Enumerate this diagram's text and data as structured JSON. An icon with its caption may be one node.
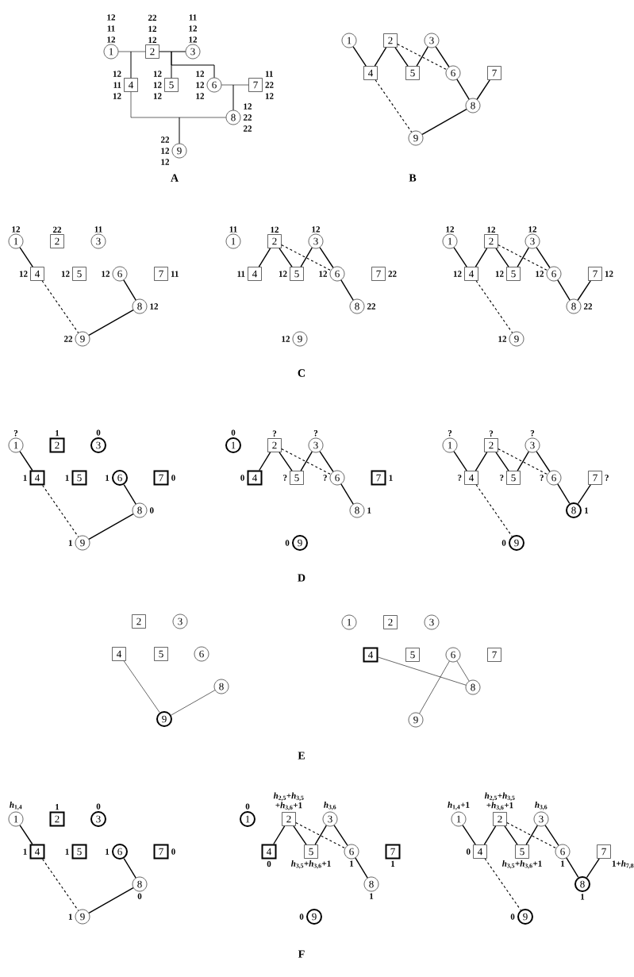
{
  "diagram": {
    "nodes": [
      {
        "text": [
          "1"
        ],
        "beside": [
          "12",
          "11",
          "12"
        ]
      },
      {
        "text": [
          "2"
        ],
        "beside": [
          "22",
          "12",
          "12"
        ]
      },
      {
        "text": [
          "3"
        ],
        "beside": [
          "11",
          "12",
          "12"
        ]
      },
      {
        "text": [
          "4"
        ],
        "beside": [
          "12",
          "11",
          "12"
        ]
      },
      {
        "text": [
          "5"
        ],
        "beside": [
          "12",
          "12",
          "12"
        ]
      },
      {
        "text": [
          "6"
        ],
        "beside": [
          "12",
          "12",
          "12"
        ]
      },
      {
        "text": [
          "7"
        ],
        "beside": [
          "11",
          "22",
          "12"
        ]
      },
      {
        "text": [
          "8"
        ],
        "beside": [
          "12",
          "22",
          "22"
        ]
      },
      {
        "text": [
          "9"
        ],
        "beside": [
          "22",
          "12",
          "12"
        ]
      },
      {
        "text": [
          "1"
        ]
      },
      {
        "text": [
          "2"
        ]
      },
      {
        "text": [
          "3"
        ]
      },
      {
        "text": [
          "4"
        ]
      },
      {
        "text": [
          "5"
        ]
      },
      {
        "text": [
          "6"
        ]
      },
      {
        "text": [
          "7"
        ]
      },
      {
        "text": [
          "8"
        ]
      },
      {
        "text": [
          "9"
        ]
      },
      {
        "text": [
          "1"
        ],
        "beside": [
          "12"
        ]
      },
      {
        "text": [
          "2"
        ],
        "beside": [
          "22"
        ]
      },
      {
        "text": [
          "3"
        ],
        "beside": [
          "11"
        ]
      },
      {
        "text": [
          "4"
        ],
        "beside": [
          "12"
        ]
      },
      {
        "text": [
          "5"
        ],
        "beside": [
          "12"
        ]
      },
      {
        "text": [
          "6"
        ],
        "beside": [
          "12"
        ]
      },
      {
        "text": [
          "7"
        ],
        "beside": [
          "11"
        ]
      },
      {
        "text": [
          "8"
        ],
        "beside": [
          "12"
        ]
      },
      {
        "text": [
          "9"
        ],
        "beside": [
          "22"
        ]
      },
      {
        "text": [
          "1"
        ],
        "beside": [
          "11"
        ]
      },
      {
        "text": [
          "2"
        ],
        "beside": [
          "12"
        ]
      },
      {
        "text": [
          "3"
        ],
        "beside": [
          "12"
        ]
      },
      {
        "text": [
          "4"
        ],
        "beside": [
          "11"
        ]
      },
      {
        "text": [
          "5"
        ],
        "beside": [
          "12"
        ]
      },
      {
        "text": [
          "6"
        ],
        "beside": [
          "12"
        ]
      },
      {
        "text": [
          "7"
        ],
        "beside": [
          "22"
        ]
      },
      {
        "text": [
          "8"
        ],
        "beside": [
          "22"
        ]
      },
      {
        "text": [
          "9"
        ],
        "beside": [
          "12"
        ]
      },
      {
        "text": [
          "1"
        ],
        "beside": [
          "12"
        ]
      },
      {
        "text": [
          "2"
        ],
        "beside": [
          "12"
        ]
      },
      {
        "text": [
          "3"
        ],
        "beside": [
          "12"
        ]
      },
      {
        "text": [
          "4"
        ],
        "beside": [
          "12"
        ]
      },
      {
        "text": [
          "5"
        ],
        "beside": [
          "12"
        ]
      },
      {
        "text": [
          "6"
        ],
        "beside": [
          "12"
        ]
      },
      {
        "text": [
          "7"
        ],
        "beside": [
          "12"
        ]
      },
      {
        "text": [
          "8"
        ],
        "beside": [
          "22"
        ]
      },
      {
        "text": [
          "9"
        ],
        "beside": [
          "12"
        ]
      },
      {
        "text": [
          "1"
        ],
        "beside": [
          "?"
        ]
      },
      {
        "text": [
          "2"
        ],
        "beside": [
          "1"
        ]
      },
      {
        "text": [
          "3"
        ],
        "beside": [
          "0"
        ]
      },
      {
        "text": [
          "4"
        ],
        "beside": [
          "1"
        ]
      },
      {
        "text": [
          "5"
        ],
        "beside": [
          "1"
        ]
      },
      {
        "text": [
          "6"
        ],
        "beside": [
          "1"
        ]
      },
      {
        "text": [
          "7"
        ],
        "beside": [
          "0"
        ]
      },
      {
        "text": [
          "8"
        ],
        "beside": [
          "0"
        ]
      },
      {
        "text": [
          "9"
        ],
        "beside": [
          "1"
        ]
      },
      {
        "text": [
          "1"
        ],
        "beside": [
          "0"
        ]
      },
      {
        "text": [
          "2"
        ],
        "beside": [
          "?"
        ]
      },
      {
        "text": [
          "3"
        ],
        "beside": [
          "?"
        ]
      },
      {
        "text": [
          "4"
        ],
        "beside": [
          "0"
        ]
      },
      {
        "text": [
          "5"
        ],
        "beside": [
          "?"
        ]
      },
      {
        "text": [
          "6"
        ],
        "beside": [
          "?"
        ]
      },
      {
        "text": [
          "7"
        ],
        "beside": [
          "1"
        ]
      },
      {
        "text": [
          "8"
        ],
        "beside": [
          "1"
        ]
      },
      {
        "text": [
          "9"
        ],
        "beside": [
          "0"
        ]
      },
      {
        "text": [
          "1"
        ],
        "beside": [
          "?"
        ]
      },
      {
        "text": [
          "2"
        ],
        "beside": [
          "?"
        ]
      },
      {
        "text": [
          "3"
        ],
        "beside": [
          "?"
        ]
      },
      {
        "text": [
          "4"
        ],
        "beside": [
          "?"
        ]
      },
      {
        "text": [
          "5"
        ],
        "beside": [
          "?"
        ]
      },
      {
        "text": [
          "6"
        ],
        "beside": [
          "?"
        ]
      },
      {
        "text": [
          "7"
        ],
        "beside": [
          "?"
        ]
      },
      {
        "text": [
          "8"
        ],
        "beside": [
          "1"
        ]
      },
      {
        "text": [
          "9"
        ],
        "beside": [
          "0"
        ]
      },
      {
        "text": [
          "2"
        ]
      },
      {
        "text": [
          "3"
        ]
      },
      {
        "text": [
          "4"
        ]
      },
      {
        "text": [
          "5"
        ]
      },
      {
        "text": [
          "6"
        ]
      },
      {
        "text": [
          "8"
        ]
      },
      {
        "text": [
          "9"
        ]
      },
      {
        "text": [
          "1"
        ]
      },
      {
        "text": [
          "2"
        ]
      },
      {
        "text": [
          "3"
        ]
      },
      {
        "text": [
          "4"
        ]
      },
      {
        "text": [
          "5"
        ]
      },
      {
        "text": [
          "6"
        ]
      },
      {
        "text": [
          "7"
        ]
      },
      {
        "text": [
          "8"
        ]
      },
      {
        "text": [
          "9"
        ]
      },
      {
        "text": [
          "1"
        ],
        "beside": [
          "*h*$_{1,4}$"
        ]
      },
      {
        "text": [
          "2"
        ],
        "beside": [
          "1"
        ]
      },
      {
        "text": [
          "3"
        ],
        "beside": [
          "0"
        ]
      },
      {
        "text": [
          "4"
        ],
        "beside": [
          "1"
        ]
      },
      {
        "text": [
          "5"
        ],
        "beside": [
          "1"
        ]
      },
      {
        "text": [
          "6"
        ],
        "beside": [
          "1"
        ]
      },
      {
        "text": [
          "7"
        ],
        "beside": [
          "0"
        ]
      },
      {
        "text": [
          "8"
        ],
        "beside": [
          "0"
        ]
      },
      {
        "text": [
          "9"
        ],
        "beside": [
          "1"
        ]
      },
      {
        "text": [
          "1"
        ],
        "beside": [
          "0"
        ]
      },
      {
        "text": [
          "2"
        ],
        "beside": [
          "*h*$_{2,5}$+*h*$_{3,5}$ +*h*$_{3,6}$+1"
        ]
      },
      {
        "text": [
          "3"
        ],
        "beside": [
          "*h*$_{3,6}$"
        ]
      },
      {
        "text": [
          "4"
        ],
        "beside": [
          "0"
        ]
      },
      {
        "text": [
          "5"
        ],
        "beside": [
          "*h*$_{3,5}$+*h*$_{3,6}$+1"
        ]
      },
      {
        "text": [
          "6"
        ],
        "beside": [
          "1"
        ]
      },
      {
        "text": [
          "7"
        ],
        "beside": [
          "1"
        ]
      },
      {
        "text": [
          "8"
        ],
        "beside": [
          "1"
        ]
      },
      {
        "text": [
          "9"
        ],
        "beside": [
          "0"
        ]
      },
      {
        "text": [
          "1"
        ],
        "beside": [
          "*h*$_{1,4}$+1"
        ]
      },
      {
        "text": [
          "2"
        ],
        "beside": [
          "*h*$_{2,5}$+*h*$_{3,5}$ +*h*$_{3,6}$+1"
        ]
      },
      {
        "text": [
          "3"
        ],
        "beside": [
          "*h*$_{3,6}$"
        ]
      },
      {
        "text": [
          "4"
        ],
        "beside": [
          "0"
        ]
      },
      {
        "text": [
          "5"
        ],
        "beside": [
          "*h*$_{3,5}$+*h*$_{3,6}$+1"
        ]
      },
      {
        "text": [
          "6"
        ],
        "beside": [
          "1"
        ]
      },
      {
        "text": [
          "7"
        ],
        "beside": [
          "1+*h*$_{7,8}$"
        ]
      },
      {
        "text": [
          "8"
        ],
        "beside": [
          "1"
        ]
      },
      {
        "text": [
          "9"
        ],
        "beside": [
          "0"
        ]
      }
    ],
    "edges": [
      {
        "from": 0,
        "to": 3,
        "arrow": "none"
      },
      {
        "from": 1,
        "to": 3,
        "arrow": "none"
      },
      {
        "from": 1,
        "to": 4,
        "arrow": "none"
      },
      {
        "from": 2,
        "to": 4,
        "arrow": "none"
      },
      {
        "from": 1,
        "to": 5,
        "arrow": "none"
      },
      {
        "from": 2,
        "to": 5,
        "arrow": "none"
      },
      {
        "from": 5,
        "to": 7,
        "arrow": "none"
      },
      {
        "from": 6,
        "to": 7,
        "arrow": "none"
      },
      {
        "from": 3,
        "to": 8,
        "arrow": "none"
      },
      {
        "from": 7,
        "to": 8,
        "arrow": "none"
      },
      {
        "from": 9,
        "to": 12,
        "arrow": "none"
      },
      {
        "from": 10,
        "to": 12,
        "arrow": "none"
      },
      {
        "from": 10,
        "to": 13,
        "arrow": "none"
      },
      {
        "from": 11,
        "to": 13,
        "arrow": "none"
      },
      {
        "from": 10,
        "to": 14,
        "arrow": "none",
        "style": "dashed"
      },
      {
        "from": 11,
        "to": 14,
        "arrow": "none"
      },
      {
        "from": 14,
        "to": 16,
        "arrow": "none"
      },
      {
        "from": 15,
        "to": 16,
        "arrow": "none"
      },
      {
        "from": 12,
        "to": 17,
        "arrow": "none",
        "style": "dashed"
      },
      {
        "from": 16,
        "to": 17,
        "arrow": "none"
      },
      {
        "from": 18,
        "to": 21,
        "arrow": "none"
      },
      {
        "from": 21,
        "to": 26,
        "arrow": "none",
        "style": "dashed"
      },
      {
        "from": 23,
        "to": 25,
        "arrow": "none"
      },
      {
        "from": 25,
        "to": 26,
        "arrow": "none"
      },
      {
        "from": 28,
        "to": 30,
        "arrow": "none"
      },
      {
        "from": 28,
        "to": 31,
        "arrow": "none"
      },
      {
        "from": 29,
        "to": 31,
        "arrow": "none"
      },
      {
        "from": 28,
        "to": 32,
        "arrow": "none",
        "style": "dashed"
      },
      {
        "from": 29,
        "to": 32,
        "arrow": "none"
      },
      {
        "from": 32,
        "to": 34,
        "arrow": "none"
      },
      {
        "from": 36,
        "to": 39,
        "arrow": "none"
      },
      {
        "from": 37,
        "to": 39,
        "arrow": "none"
      },
      {
        "from": 37,
        "to": 40,
        "arrow": "none"
      },
      {
        "from": 38,
        "to": 40,
        "arrow": "none"
      },
      {
        "from": 37,
        "to": 41,
        "arrow": "none",
        "style": "dashed"
      },
      {
        "from": 38,
        "to": 41,
        "arrow": "none"
      },
      {
        "from": 41,
        "to": 43,
        "arrow": "none"
      },
      {
        "from": 42,
        "to": 43,
        "arrow": "none"
      },
      {
        "from": 39,
        "to": 44,
        "arrow": "none",
        "style": "dashed"
      },
      {
        "from": 45,
        "to": 48,
        "arrow": "none"
      },
      {
        "from": 48,
        "to": 53,
        "arrow": "none",
        "style": "dashed"
      },
      {
        "from": 50,
        "to": 52,
        "arrow": "none"
      },
      {
        "from": 52,
        "to": 53,
        "arrow": "none"
      },
      {
        "from": 55,
        "to": 57,
        "arrow": "none"
      },
      {
        "from": 55,
        "to": 58,
        "arrow": "none"
      },
      {
        "from": 56,
        "to": 58,
        "arrow": "none"
      },
      {
        "from": 55,
        "to": 59,
        "arrow": "none",
        "style": "dashed"
      },
      {
        "from": 56,
        "to": 59,
        "arrow": "none"
      },
      {
        "from": 59,
        "to": 61,
        "arrow": "none"
      },
      {
        "from": 63,
        "to": 66,
        "arrow": "none"
      },
      {
        "from": 64,
        "to": 66,
        "arrow": "none"
      },
      {
        "from": 64,
        "to": 67,
        "arrow": "none"
      },
      {
        "from": 65,
        "to": 67,
        "arrow": "none"
      },
      {
        "from": 64,
        "to": 68,
        "arrow": "none",
        "style": "dashed"
      },
      {
        "from": 65,
        "to": 68,
        "arrow": "none"
      },
      {
        "from": 68,
        "to": 70,
        "arrow": "none"
      },
      {
        "from": 69,
        "to": 70,
        "arrow": "none"
      },
      {
        "from": 66,
        "to": 71,
        "arrow": "none",
        "style": "dashed"
      },
      {
        "from": 74,
        "to": 78,
        "arrow": "none"
      },
      {
        "from": 77,
        "to": 78,
        "arrow": "none"
      },
      {
        "from": 82,
        "to": 86,
        "arrow": "none"
      },
      {
        "from": 84,
        "to": 86,
        "arrow": "none"
      },
      {
        "from": 84,
        "to": 87,
        "arrow": "none"
      },
      {
        "from": 88,
        "to": 91,
        "arrow": "none"
      },
      {
        "from": 91,
        "to": 96,
        "arrow": "none",
        "style": "dashed"
      },
      {
        "from": 93,
        "to": 95,
        "arrow": "none"
      },
      {
        "from": 95,
        "to": 96,
        "arrow": "none"
      },
      {
        "from": 98,
        "to": 100,
        "arrow": "none"
      },
      {
        "from": 98,
        "to": 101,
        "arrow": "none"
      },
      {
        "from": 99,
        "to": 101,
        "arrow": "none"
      },
      {
        "from": 98,
        "to": 102,
        "arrow": "none",
        "style": "dashed"
      },
      {
        "from": 99,
        "to": 102,
        "arrow": "none"
      },
      {
        "from": 102,
        "to": 104,
        "arrow": "none"
      },
      {
        "from": 106,
        "to": 109,
        "arrow": "none"
      },
      {
        "from": 107,
        "to": 109,
        "arrow": "none"
      },
      {
        "from": 107,
        "to": 110,
        "arrow": "none"
      },
      {
        "from": 108,
        "to": 110,
        "arrow": "none"
      },
      {
        "from": 107,
        "to": 111,
        "arrow": "none",
        "style": "dashed"
      },
      {
        "from": 108,
        "to": 111,
        "arrow": "none"
      },
      {
        "from": 111,
        "to": 113,
        "arrow": "none"
      },
      {
        "from": 112,
        "to": 113,
        "arrow": "none"
      },
      {
        "from": 109,
        "to": 114,
        "arrow": "none",
        "style": "dashed"
      }
    ],
    "labels": [
      "A",
      "B",
      "C",
      "D",
      "E",
      "F"
    ]
  }
}
